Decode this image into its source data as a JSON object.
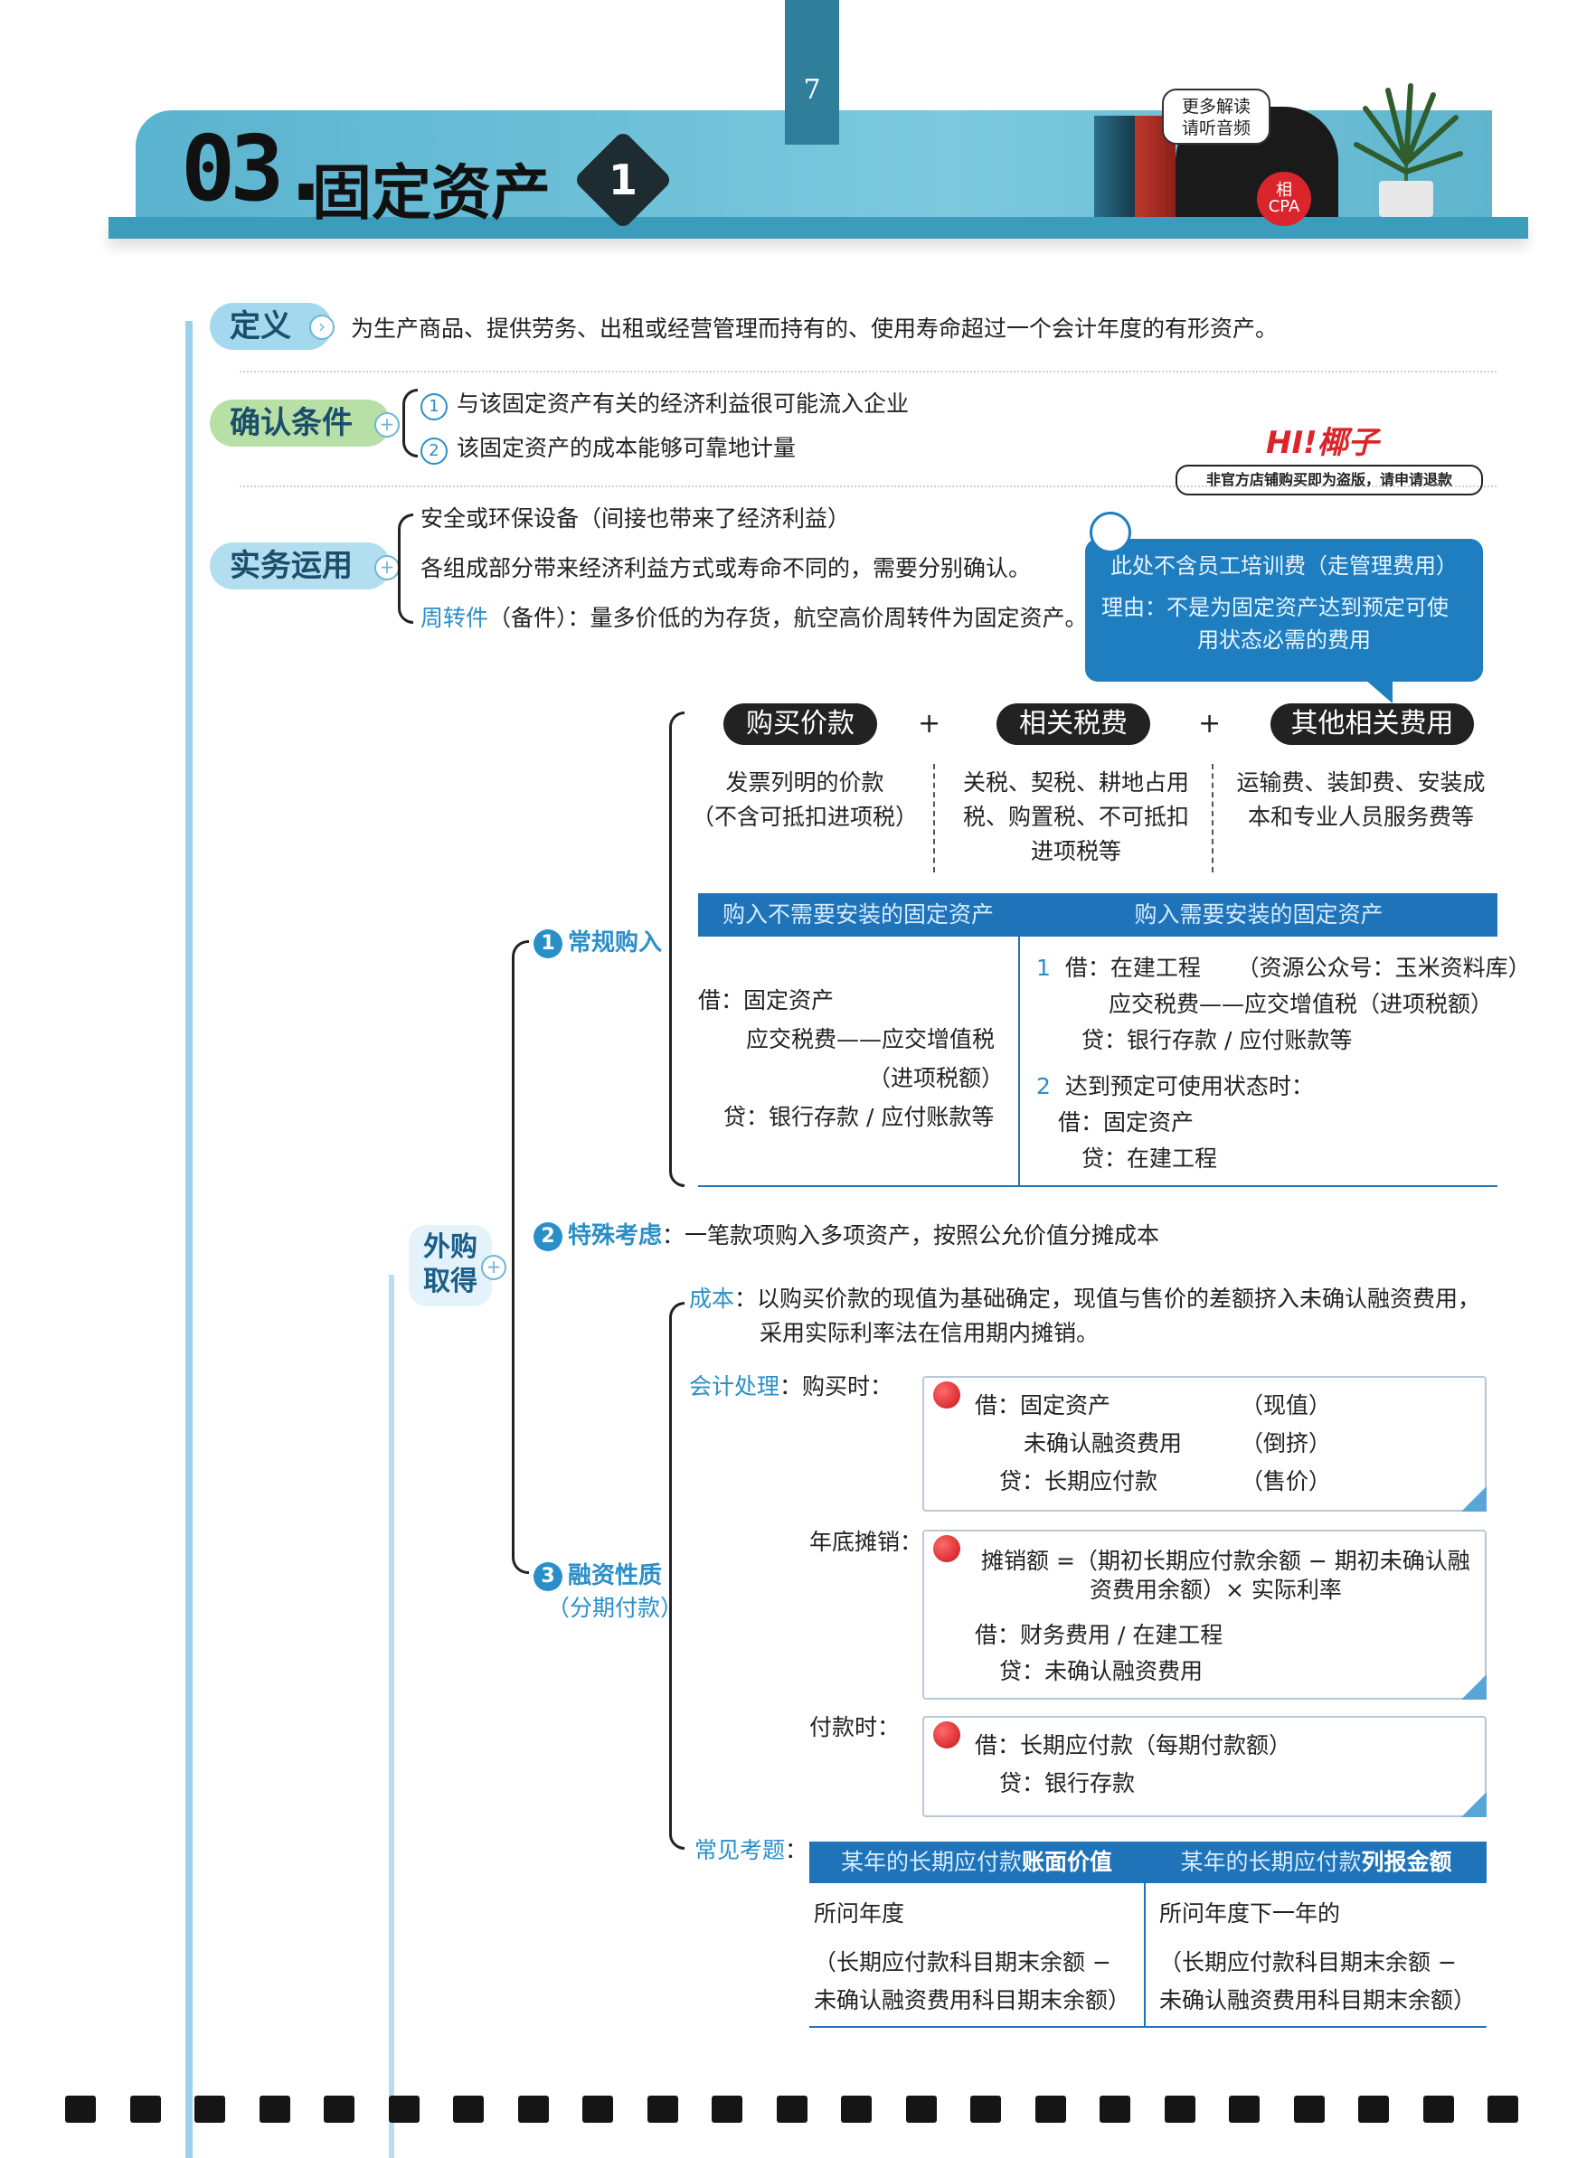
{
  "header": {
    "page_number": "7",
    "chapter_number": "03.",
    "chapter_title": "固定资产",
    "chapter_part": "1",
    "audio_bubble": [
      "更多解读",
      "请听音频"
    ],
    "logo_text": [
      "相",
      "CPA"
    ],
    "brand_badge": "HI!椰子",
    "brand_warning": "非官方店铺购买即为盗版，请申请退款"
  },
  "definition": {
    "label": "定义",
    "text": "为生产商品、提供劳务、出租或经营管理而持有的、使用寿命超过一个会计年度的有形资产。"
  },
  "recognition": {
    "label": "确认条件",
    "items": [
      {
        "num": "1",
        "text": "与该固定资产有关的经济利益很可能流入企业"
      },
      {
        "num": "2",
        "text": "该固定资产的成本能够可靠地计量"
      }
    ]
  },
  "practice": {
    "label": "实务运用",
    "items": [
      "安全或环保设备（间接也带来了经济利益）",
      "各组成部分带来经济利益方式或寿命不同的，需要分别确认。"
    ],
    "turnover_term": "周转件",
    "turnover_text": "（备件）：量多价低的为存货，航空高价周转件为固定资产。"
  },
  "callout": {
    "line1": "此处不含员工培训费（走管理费用）",
    "line2": "理由：不是为固定资产达到预定可使",
    "line3": "用状态必需的费用"
  },
  "external": {
    "label_line1": "外购",
    "label_line2": "取得"
  },
  "cost_components": {
    "items": [
      {
        "title": "购买价款",
        "desc": [
          "发票列明的价款",
          "（不含可抵扣进项税）"
        ]
      },
      {
        "title": "相关税费",
        "desc": [
          "关税、契税、耕地占用",
          "税、购置税、不可抵扣",
          "进项税等"
        ]
      },
      {
        "title": "其他相关费用",
        "desc": [
          "运输费、装卸费、安装成",
          "本和专业人员服务费等"
        ]
      }
    ],
    "plus": "+"
  },
  "regular": {
    "num": "1",
    "label": "常规购入",
    "col_no_install": "购入不需要安装的固定资产",
    "col_install": "购入需要安装的固定资产",
    "no_install_lines": [
      "借：固定资产",
      "应交税费——应交增值税",
      "（进项税额）",
      "贷：银行存款 / 应付账款等"
    ],
    "install_step1_num": "1",
    "install_step1_lines": [
      "借：在建工程",
      "（资源公众号：玉米资料库）",
      "应交税费——应交增值税（进项税额）",
      "贷：银行存款 / 应付账款等"
    ],
    "install_step2_num": "2",
    "install_step2_lines": [
      "达到预定可使用状态时：",
      "借：固定资产",
      "贷：在建工程"
    ]
  },
  "special": {
    "num": "2",
    "label": "特殊考虑",
    "text": "：一笔款项购入多项资产，按照公允价值分摊成本"
  },
  "financing": {
    "num": "3",
    "label": "融资性质",
    "sublabel": "（分期付款）",
    "cost_label": "成本",
    "cost_text1": "：以购买价款的现值为基础确定，现值与售价的差额挤入未确认融资费用，",
    "cost_text2": "采用实际利率法在信用期内摊销。",
    "accounting_label": "会计处理",
    "purchase_label": "：购买时：",
    "purchase_entries": [
      {
        "account": "借：固定资产",
        "note": "（现值）"
      },
      {
        "account": "未确认融资费用",
        "note": "（倒挤）"
      },
      {
        "account": "贷：长期应付款",
        "note": "（售价）"
      }
    ],
    "year_end_label": "年底摊销：",
    "year_end_formula1": "摊销额 =（期初长期应付款余额 − 期初未确认融",
    "year_end_formula2": "资费用余额）× 实际利率",
    "year_end_lines": [
      "借：财务费用 / 在建工程",
      "贷：未确认融资费用"
    ],
    "payment_label": "付款时：",
    "payment_lines": [
      "借：长期应付款（每期付款额）",
      "贷：银行存款"
    ],
    "common_label": "常见考题",
    "common_colon": "：",
    "col1_header_pre": "某年的长期应付款",
    "col1_header_bold": "账面价值",
    "col2_header_pre": "某年的长期应付款",
    "col2_header_bold": "列报金额",
    "col1_lines": [
      "所问年度",
      "（长期应付款科目期末余额 −",
      "未确认融资费用科目期末余额）"
    ],
    "col2_lines": [
      "所问年度下一年的",
      "（长期应付款科目期末余额 −",
      "未确认融资费用科目期末余额）"
    ]
  },
  "colors": {
    "accent_blue": "#2a8fc9",
    "table_header": "#1f73b8",
    "callout": "#1f7ec0",
    "banner": "#5ab3cf",
    "brand_red": "#d9252b"
  }
}
